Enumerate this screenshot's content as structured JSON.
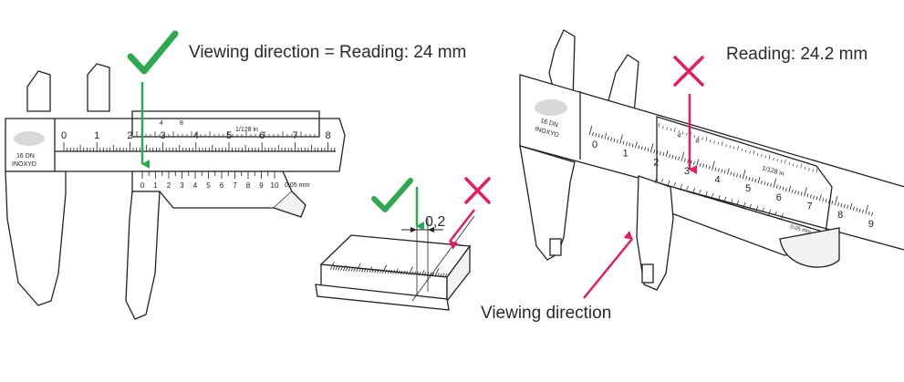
{
  "captions": {
    "left": "Viewing direction = Reading: 24 mm",
    "right": "Reading: 24.2 mm",
    "bottom": "Viewing direction",
    "parallax_offset": "0,2"
  },
  "caliper_left": {
    "brand_line1": "16 DN",
    "brand_line2": "INOXYD",
    "main_scale_numbers": [
      "0",
      "1",
      "2",
      "3",
      "4",
      "5",
      "6",
      "7",
      "8"
    ],
    "vernier_numbers": [
      "0",
      "1",
      "2",
      "3",
      "4",
      "5",
      "6",
      "7",
      "8",
      "9",
      "10"
    ],
    "vernier_unit": "0,05 mm",
    "inch_scale_label": "1/128 in",
    "inch_numbers": [
      "4",
      "8"
    ]
  },
  "caliper_right": {
    "brand_line1": "16 DN",
    "brand_line2": "INOXYD",
    "main_scale_numbers": [
      "0",
      "1",
      "2",
      "3",
      "4",
      "5",
      "6",
      "7",
      "8",
      "9"
    ],
    "vernier_unit": "0,05 mm",
    "inch_scale_label": "1/128 in",
    "inch_numbers": [
      "4",
      "8"
    ]
  },
  "colors": {
    "correct": "#2fa84f",
    "wrong": "#e0205c",
    "line": "#222222",
    "fill": "#f2f2f2",
    "blur": "#d8d8d8"
  }
}
